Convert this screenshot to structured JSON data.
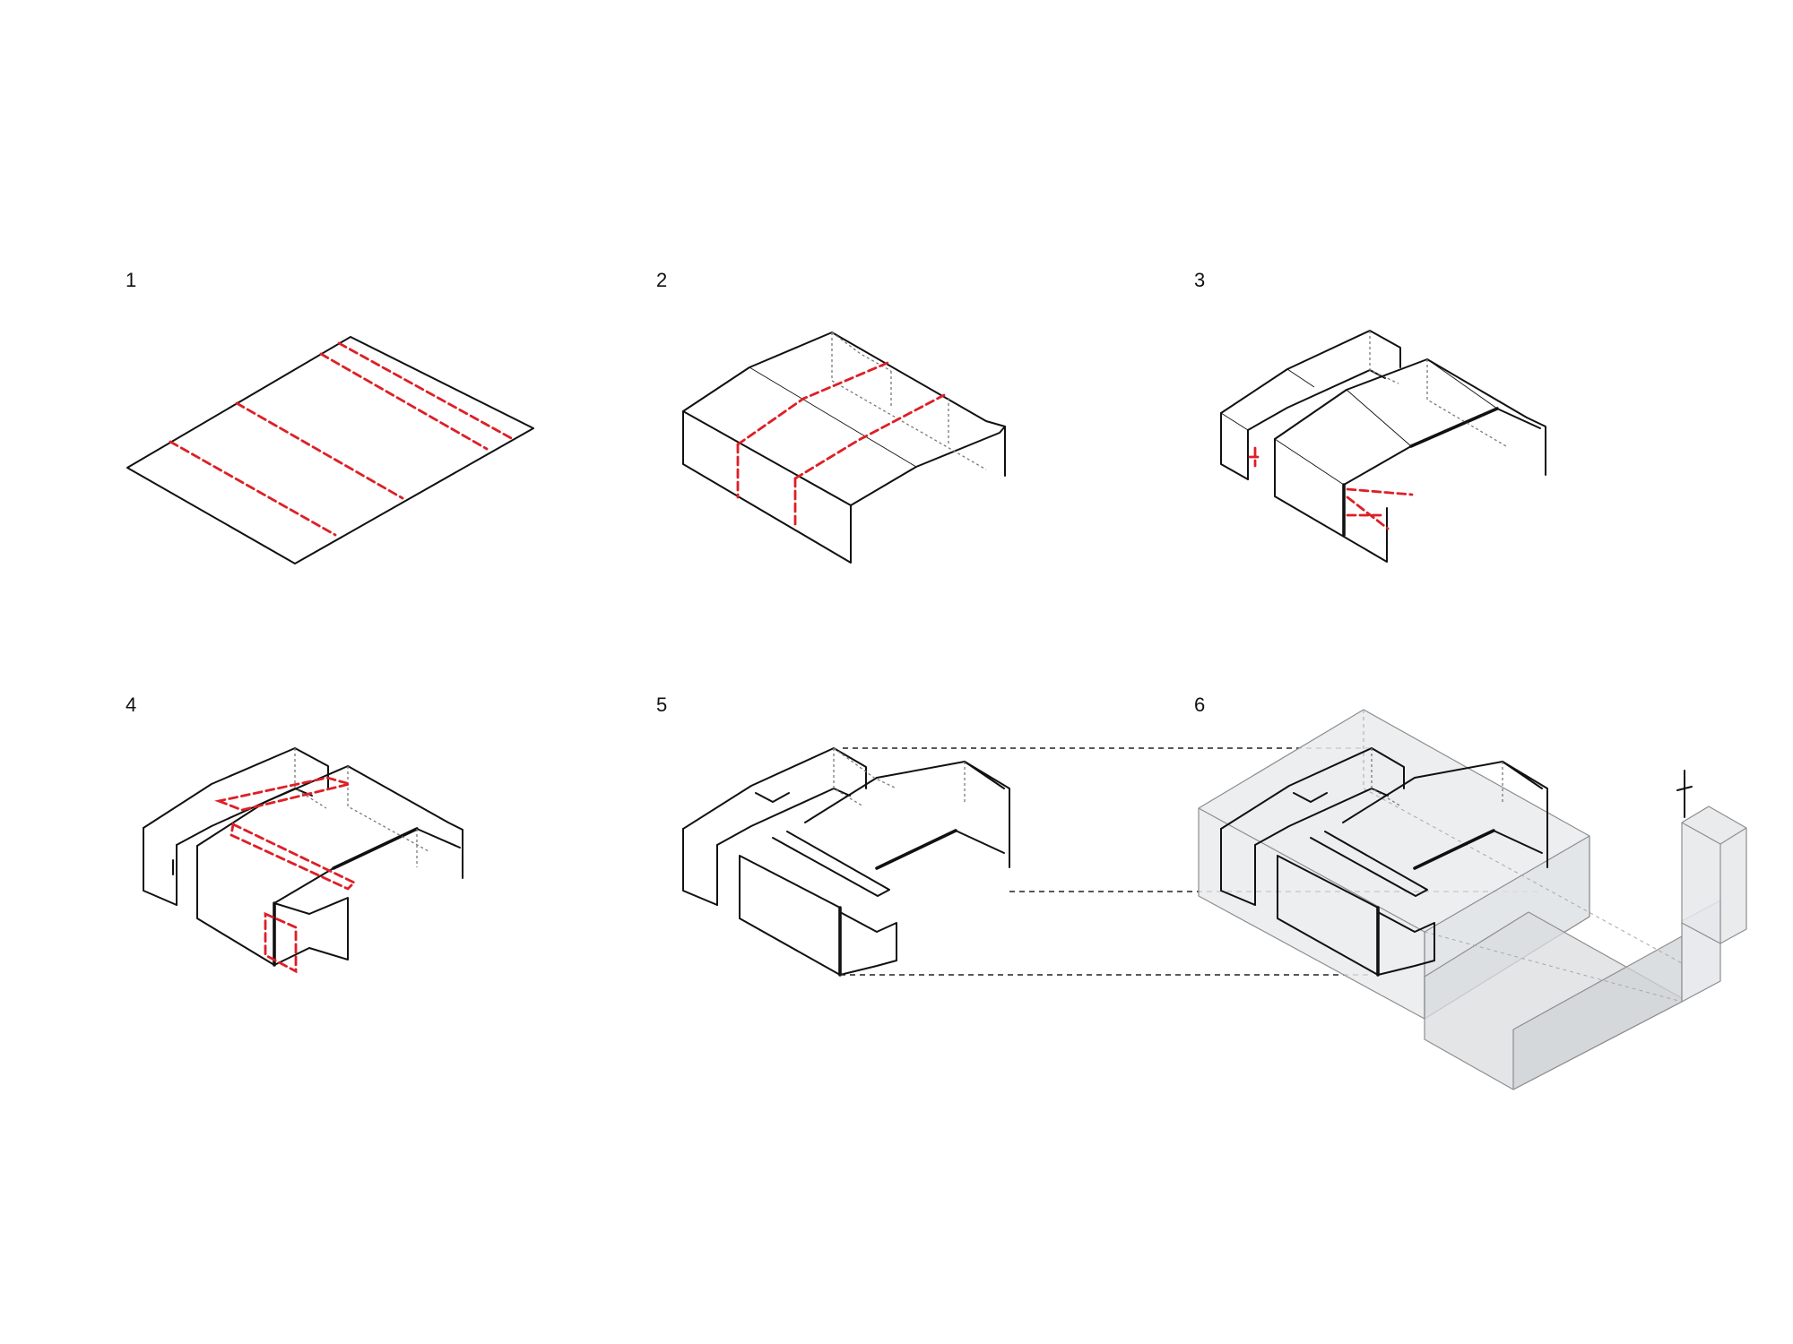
{
  "steps": [
    {
      "label": "1"
    },
    {
      "label": "2"
    },
    {
      "label": "3"
    },
    {
      "label": "4"
    },
    {
      "label": "5"
    },
    {
      "label": "6"
    }
  ],
  "colors": {
    "fold_line": "#dd1f26",
    "line": "#111111",
    "hidden_line": "#7a7a7a",
    "volume_fill": "#e4e6e8"
  },
  "icons": {
    "marker": "cross-mark-icon"
  }
}
